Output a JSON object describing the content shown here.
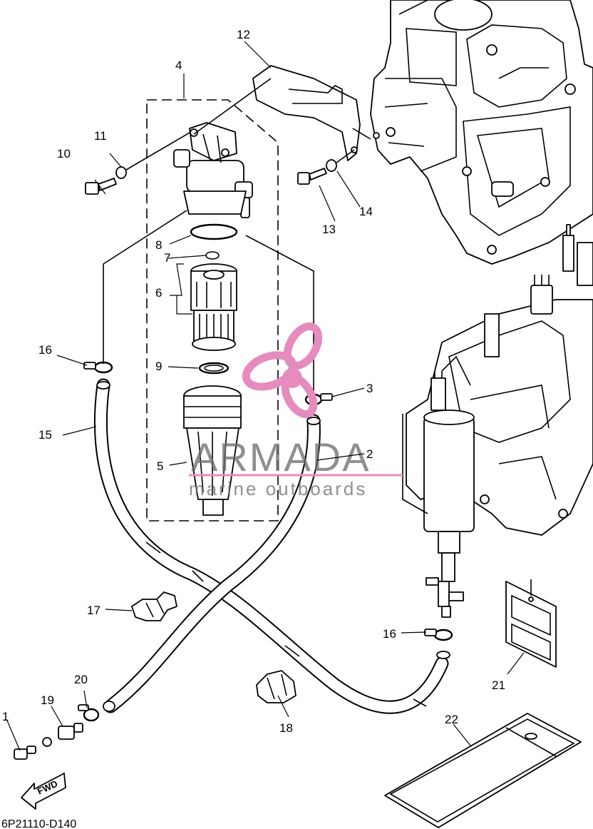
{
  "diagram": {
    "code": "6P21110-D140",
    "fwd_label": "FWD",
    "watermark": {
      "name": "ARMADA",
      "tagline": "marine outboards",
      "accent_color": "#e58bbd",
      "text_color": "#6a6a6a"
    },
    "callouts": {
      "c1": "1",
      "c2": "2",
      "c3": "3",
      "c4": "4",
      "c5": "5",
      "c6": "6",
      "c7": "7",
      "c8": "8",
      "c9": "9",
      "c10": "10",
      "c11": "11",
      "c12": "12",
      "c13": "13",
      "c14": "14",
      "c15": "15",
      "c16a": "16",
      "c16b": "16",
      "c17": "17",
      "c18": "18",
      "c19": "19",
      "c20": "20",
      "c21": "21",
      "c22": "22"
    }
  }
}
